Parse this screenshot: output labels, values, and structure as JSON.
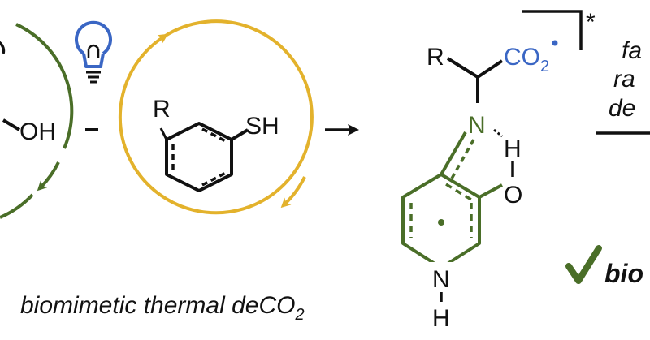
{
  "colors": {
    "green": "#4a6e28",
    "gold": "#e3b22c",
    "blue": "#3a66c4",
    "black": "#111111"
  },
  "icons": [
    "lightbulb-icon",
    "checkmark-icon"
  ],
  "left_fragment": {
    "oh_label": "OH"
  },
  "thiol": {
    "r_label": "R",
    "sh_label": "SH"
  },
  "radical": {
    "r_label": "R",
    "co2_main": "CO",
    "co2_sub": "2",
    "asterisk": "*",
    "n_label": "N",
    "h_label": "H",
    "o_label": "O",
    "nh_label": "N",
    "nh_h_label": "H"
  },
  "right_fragment": {
    "line1": "fa",
    "line2": "ra",
    "line3": "de",
    "check_text": "bio"
  },
  "caption": {
    "main": "biomimetic thermal deCO",
    "sub": "2"
  }
}
